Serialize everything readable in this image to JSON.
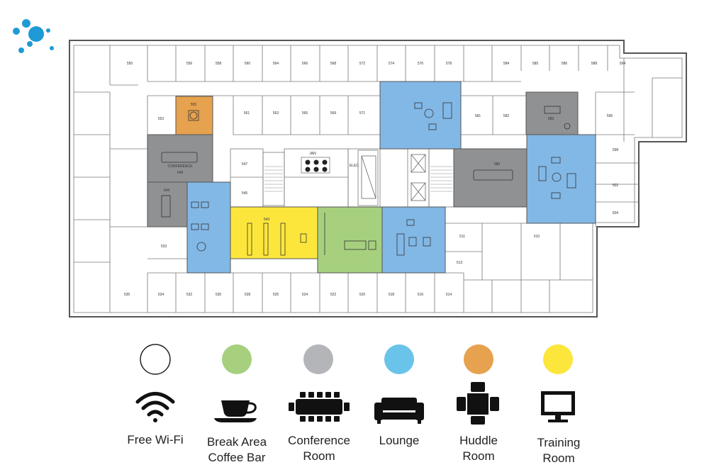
{
  "floorplan": {
    "rooms": [
      {
        "num": "550"
      },
      {
        "num": "556"
      },
      {
        "num": "558"
      },
      {
        "num": "560"
      },
      {
        "num": "564"
      },
      {
        "num": "566"
      },
      {
        "num": "568"
      },
      {
        "num": "572"
      },
      {
        "num": "574"
      },
      {
        "num": "576"
      },
      {
        "num": "578"
      },
      {
        "num": "584"
      },
      {
        "num": "585"
      },
      {
        "num": "586"
      },
      {
        "num": "588"
      },
      {
        "num": "594"
      },
      {
        "num": "555"
      },
      {
        "num": "553"
      },
      {
        "num": "561"
      },
      {
        "num": "563"
      },
      {
        "num": "565"
      },
      {
        "num": "569"
      },
      {
        "num": "571"
      },
      {
        "num": "581"
      },
      {
        "num": "582"
      },
      {
        "num": "583"
      },
      {
        "num": "596"
      },
      {
        "num": "598"
      },
      {
        "num": "502"
      },
      {
        "num": "504"
      },
      {
        "num": "547"
      },
      {
        "num": "545"
      },
      {
        "num": "544"
      },
      {
        "num": "543"
      },
      {
        "num": "580"
      },
      {
        "num": "533"
      },
      {
        "num": "511"
      },
      {
        "num": "513"
      },
      {
        "num": "510"
      },
      {
        "num": "535"
      },
      {
        "num": "534"
      },
      {
        "num": "532"
      },
      {
        "num": "530"
      },
      {
        "num": "528"
      },
      {
        "num": "526"
      },
      {
        "num": "524"
      },
      {
        "num": "522"
      },
      {
        "num": "520"
      },
      {
        "num": "518"
      },
      {
        "num": "516"
      },
      {
        "num": "514"
      },
      {
        "num": "JAN"
      },
      {
        "num": "ELEC."
      },
      {
        "num": "CONFERENCE"
      },
      {
        "num": "549"
      }
    ],
    "zones": [
      {
        "type": "huddle",
        "room": "555"
      },
      {
        "type": "conference",
        "room": "549"
      },
      {
        "type": "conference",
        "room": "544"
      },
      {
        "type": "lounge",
        "room": ""
      },
      {
        "type": "training",
        "room": "543"
      },
      {
        "type": "break",
        "room": ""
      },
      {
        "type": "lounge",
        "room": ""
      },
      {
        "type": "lounge",
        "room": ""
      },
      {
        "type": "conference",
        "room": "580"
      },
      {
        "type": "conference",
        "room": "583"
      },
      {
        "type": "lounge",
        "room": ""
      }
    ]
  },
  "legend": [
    {
      "key": "wifi",
      "color": "#ffffff",
      "icon": "wifi-icon",
      "lines": [
        "Free Wi-Fi"
      ]
    },
    {
      "key": "break",
      "color": "#a6d07e",
      "icon": "coffee-cup-icon",
      "lines": [
        "Break Area",
        "Coffee Bar"
      ]
    },
    {
      "key": "conference",
      "color": "#b3b5b8",
      "icon": "conference-table-icon",
      "lines": [
        "Conference",
        "Room"
      ]
    },
    {
      "key": "lounge",
      "color": "#6ac4ea",
      "icon": "sofa-icon",
      "lines": [
        "Lounge"
      ]
    },
    {
      "key": "huddle",
      "color": "#e6a24e",
      "icon": "huddle-table-icon",
      "lines": [
        "Huddle",
        "Room"
      ]
    },
    {
      "key": "training",
      "color": "#fde63c",
      "icon": "monitor-icon",
      "lines": [
        "Training",
        "Room"
      ]
    }
  ],
  "colors": {
    "brand": "#1f9ad6",
    "lounge_zone": "#82b8e6",
    "training_zone": "#fde63c",
    "break_zone": "#a6d07e",
    "conference_zone": "#909193",
    "huddle_zone": "#e6a24e",
    "wall": "#555555"
  }
}
